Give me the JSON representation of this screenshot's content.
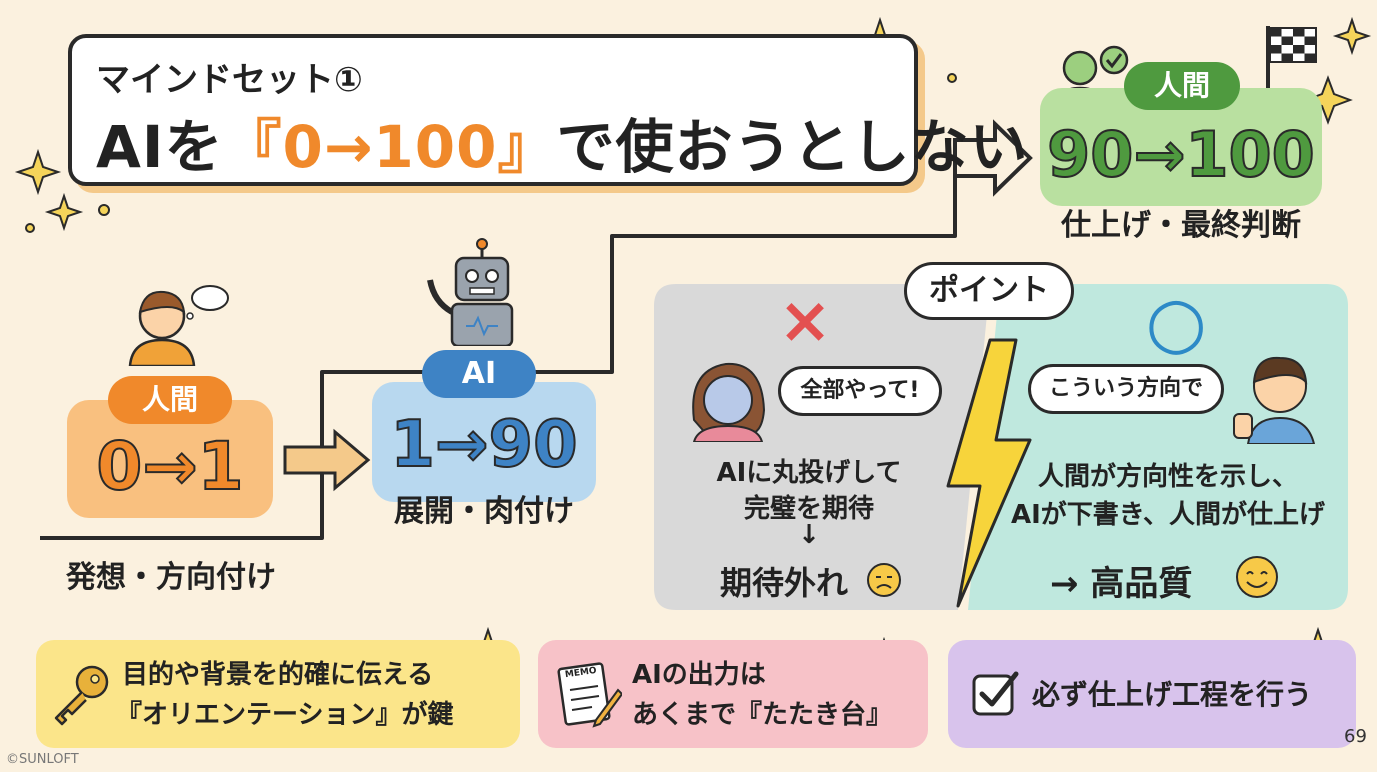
{
  "title": {
    "small": "マインドセット①",
    "main_prefix": "AIを",
    "main_highlight": "『0→100』",
    "main_suffix": "で使おうとしない"
  },
  "steps": [
    {
      "role": "人間",
      "range": "0→1",
      "caption": "発想・方向付け"
    },
    {
      "role": "AI",
      "range": "1→90",
      "caption": "展開・肉付け"
    },
    {
      "role": "人間",
      "range": "90→100",
      "caption": "仕上げ・最終判断"
    }
  ],
  "point": {
    "label": "ポイント",
    "bad": {
      "mark": "×",
      "speech": "全部やって!",
      "line1": "AIに丸投げして",
      "line2": "完璧を期待",
      "arrow": "↓",
      "result": "期待外れ"
    },
    "good": {
      "mark": "○",
      "speech": "こういう方向で",
      "line1": "人間が方向性を示し、",
      "line2": "AIが下書き、人間が仕上げ",
      "result": "→ 高品質"
    }
  },
  "tips": [
    {
      "line1": "目的や背景を的確に伝える",
      "line2": "『オリエンテーション』が鍵"
    },
    {
      "line1": "AIの出力は",
      "line2": "あくまで『たたき台』",
      "memo": "MEMO"
    },
    {
      "line1": "必ず仕上げ工程を行う"
    }
  ],
  "footer": {
    "copyright": "©SUNLOFT",
    "page": "69"
  },
  "colors": {
    "background": "#fbf1df",
    "human_orange": "#f0892b",
    "ai_blue": "#3e83c5",
    "final_green": "#4f9a3f",
    "bad_gray": "#d9d9d9",
    "good_teal": "#bfe8de"
  }
}
